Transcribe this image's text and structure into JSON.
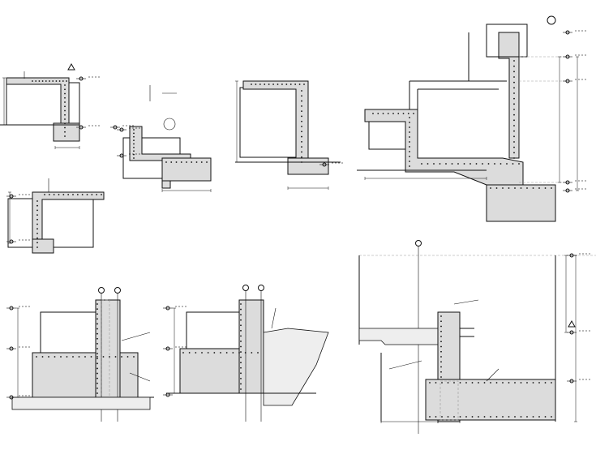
{
  "drawing": {
    "type": "structural foundation wall sections",
    "colors": {
      "line": "#111111",
      "concrete_fill": "#dcdcdc",
      "soil_fill": "#eeeeee"
    },
    "details": [
      {
        "id": "detail-a"
      },
      {
        "id": "detail-b"
      },
      {
        "id": "detail-c"
      },
      {
        "id": "detail-d"
      },
      {
        "id": "detail-e"
      },
      {
        "id": "detail-f"
      },
      {
        "id": "detail-g"
      },
      {
        "id": "detail-h"
      }
    ]
  }
}
